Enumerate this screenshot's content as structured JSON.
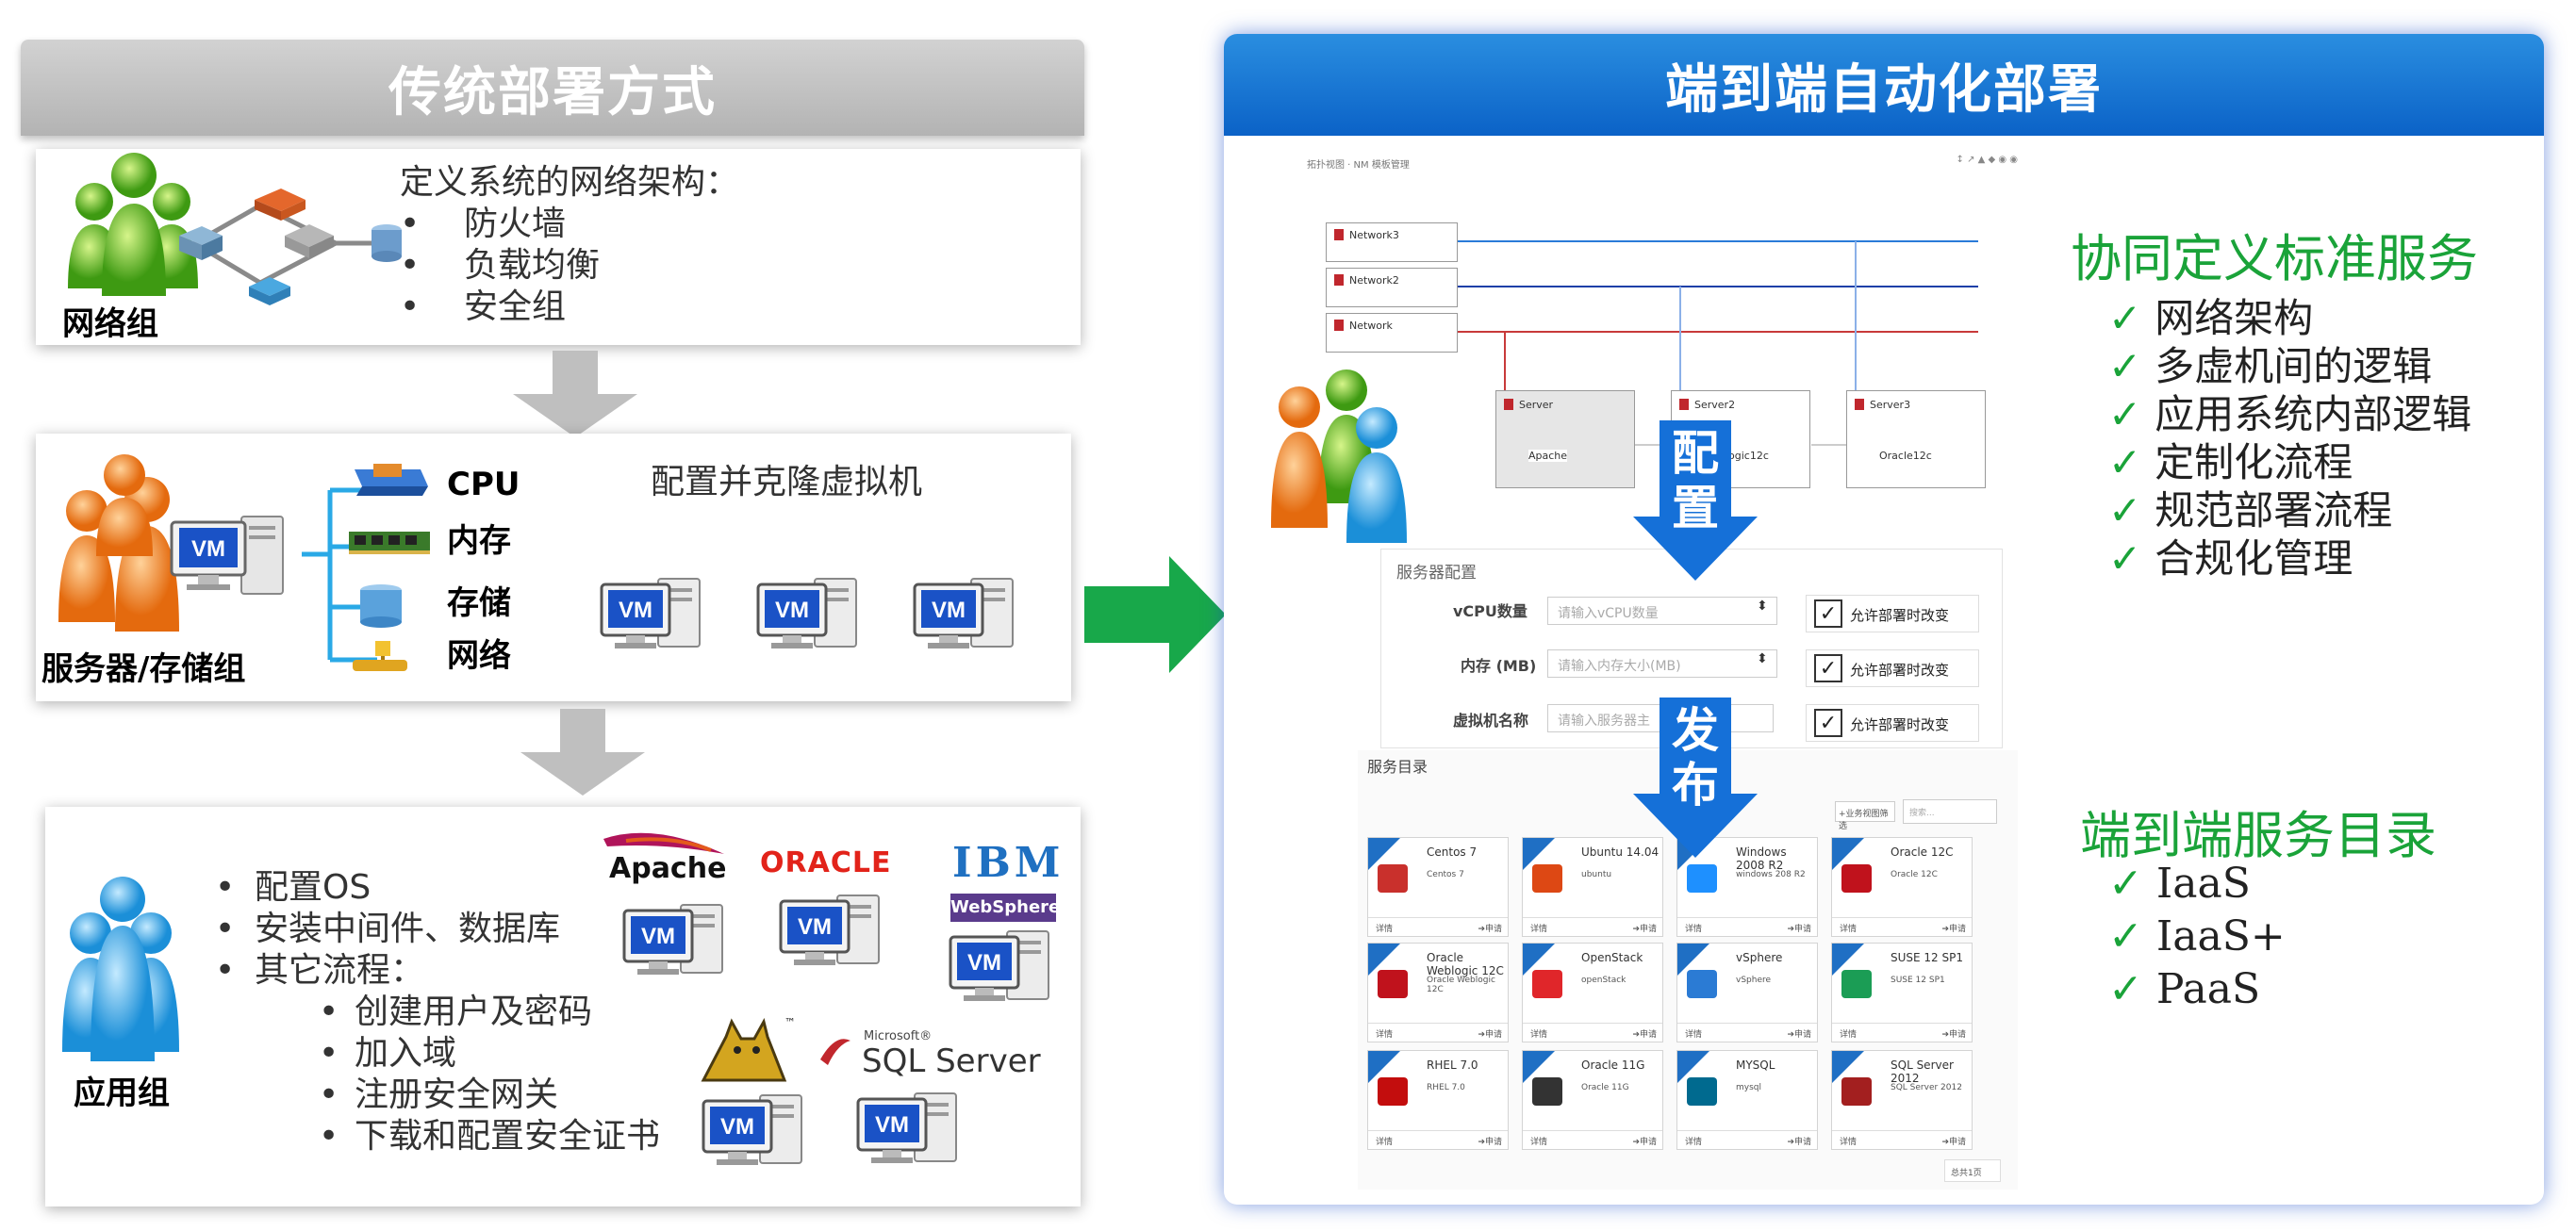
{
  "left_panel": {
    "title": "传统部署方式",
    "network_group": {
      "label": "网络组",
      "heading": "定义系统的网络架构：",
      "items": [
        "防火墙",
        "负载均衡",
        "安全组"
      ]
    },
    "server_group": {
      "label": "服务器/存储组",
      "resources": [
        "CPU",
        "内存",
        "存储",
        "网络"
      ],
      "caption": "配置并克隆虚拟机"
    },
    "app_group": {
      "label": "应用组",
      "items": [
        "配置OS",
        "安装中间件、数据库",
        "其它流程："
      ],
      "sub_items": [
        "创建用户及密码",
        "加入域",
        "注册安全网关",
        "下载和配置安全证书"
      ],
      "logos": {
        "apache": "Apache",
        "oracle": "ORACLE",
        "ibm": "IBM",
        "websphere": "WebSphere.",
        "tomcat_tm": "™",
        "mssql_small": "Microsoft®",
        "mssql": "SQL Server"
      }
    },
    "vm_text": "VM"
  },
  "right_panel": {
    "title": "端到端自动化部署",
    "topology": {
      "toolbar_text": "拓扑视图 · NM 模板管理",
      "networks": [
        "Network3",
        "Network2",
        "Network"
      ],
      "servers": [
        {
          "name": "Server",
          "app": "Apache"
        },
        {
          "name": "Server2",
          "app": "ogic12c"
        },
        {
          "name": "Server3",
          "app": "Oracle12c"
        }
      ]
    },
    "config_arrow": "配置",
    "publish_arrow": "发布",
    "server_config": {
      "title": "服务器配置",
      "rows": [
        {
          "label": "vCPU数量",
          "placeholder": "请输入vCPU数量",
          "check": "允许部署时改变"
        },
        {
          "label": "内存 (MB)",
          "placeholder": "请输入内存大小(MB)",
          "check": "允许部署时改变"
        },
        {
          "label": "虚拟机名称",
          "placeholder": "请输入服务器主",
          "check": "允许部署时改变"
        }
      ]
    },
    "catalog": {
      "title": "服务目录",
      "filter_button": "+业务视图筛选",
      "search_placeholder": "搜索...",
      "pager": "总共1页",
      "detail_label": "详情",
      "apply_label": "➔申请",
      "services": [
        {
          "name": "Centos 7",
          "desc": "Centos 7",
          "color": "#c9302c"
        },
        {
          "name": "Ubuntu 14.04",
          "desc": "ubuntu",
          "color": "#dd4814"
        },
        {
          "name": "Windows 2008 R2",
          "desc": "windows 208 R2",
          "color": "#1e90ff"
        },
        {
          "name": "Oracle 12C",
          "desc": "Oracle 12C",
          "color": "#c0121c"
        },
        {
          "name": "Oracle Weblogic 12C",
          "desc": "Oracle Weblogic 12C",
          "color": "#c0121c"
        },
        {
          "name": "OpenStack",
          "desc": "openStack",
          "color": "#e0262a"
        },
        {
          "name": "vSphere",
          "desc": "vSphere",
          "color": "#2b7bd4"
        },
        {
          "name": "SUSE 12 SP1",
          "desc": "SUSE 12 SP1",
          "color": "#1b9d55"
        },
        {
          "name": "RHEL 7.0",
          "desc": "RHEL 7.0",
          "color": "#c30d0d"
        },
        {
          "name": "Oracle 11G",
          "desc": "Oracle 11G",
          "color": "#333333"
        },
        {
          "name": "MYSQL",
          "desc": "mysql",
          "color": "#006a8f"
        },
        {
          "name": "SQL Server 2012",
          "desc": "SQL Server 2012",
          "color": "#a31f1f"
        }
      ]
    },
    "standards": {
      "title": "协同定义标准服务",
      "check_symbol": "✓",
      "items": [
        "网络架构",
        "多虚机间的逻辑",
        "应用系统内部逻辑",
        "定制化流程",
        "规范部署流程",
        "合规化管理"
      ]
    },
    "catalog_summary": {
      "title": "端到端服务目录",
      "check_symbol": "✓",
      "items": [
        "IaaS",
        "IaaS+",
        "PaaS"
      ]
    }
  },
  "colors": {
    "accent_blue": "#0b62c7",
    "accent_green": "#1aa339",
    "arrow_green": "#18a84a"
  }
}
